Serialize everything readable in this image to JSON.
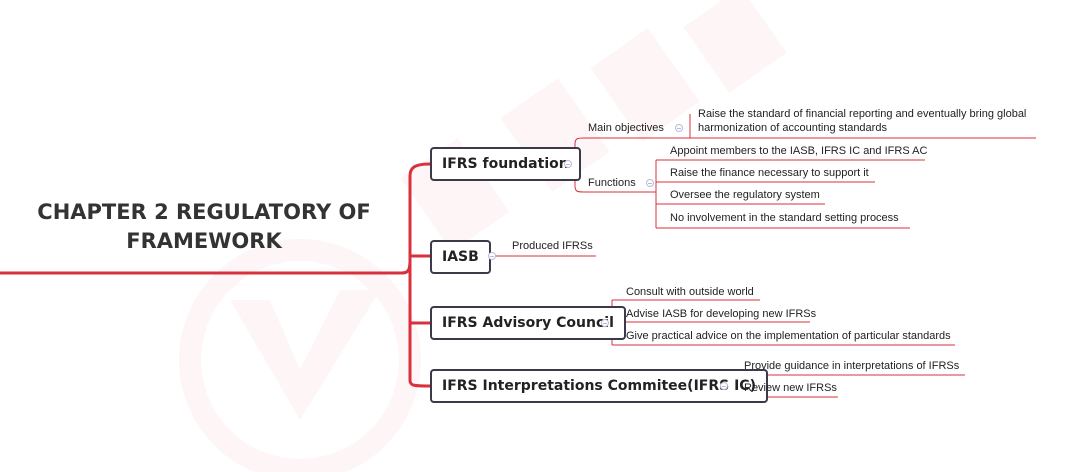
{
  "root": {
    "title_line1": "CHAPTER 2 REGULATORY OF",
    "title_line2": "FRAMEWORK"
  },
  "colors": {
    "accent": "#d9303e",
    "node_border": "#3a3a4a"
  },
  "branches": {
    "ifrs_foundation": {
      "label": "IFRS foundation",
      "main_objectives": {
        "label": "Main objectives",
        "items": [
          "Raise the standard of financial reporting and eventually bring global",
          "harmonization of accounting standards"
        ]
      },
      "functions": {
        "label": "Functions",
        "items": [
          "Appoint members to the IASB, IFRS IC and IFRS AC",
          "Raise the finance necessary to support it",
          "Oversee the regulatory system",
          "No involvement in the standard setting process"
        ]
      }
    },
    "iasb": {
      "label": "IASB",
      "items": [
        "Produced IFRSs"
      ]
    },
    "advisory_council": {
      "label": "IFRS Advisory Council",
      "items": [
        "Consult with outside world",
        "Advise IASB for developing new IFRSs",
        "Give practical advice on the implementation of particular standards"
      ]
    },
    "interpretations": {
      "label": "IFRS Interpretations Commitee(IFRS IC)",
      "items": [
        "Provide guidance in interpretations of IFRSs",
        "Review new IFRSs"
      ]
    }
  }
}
